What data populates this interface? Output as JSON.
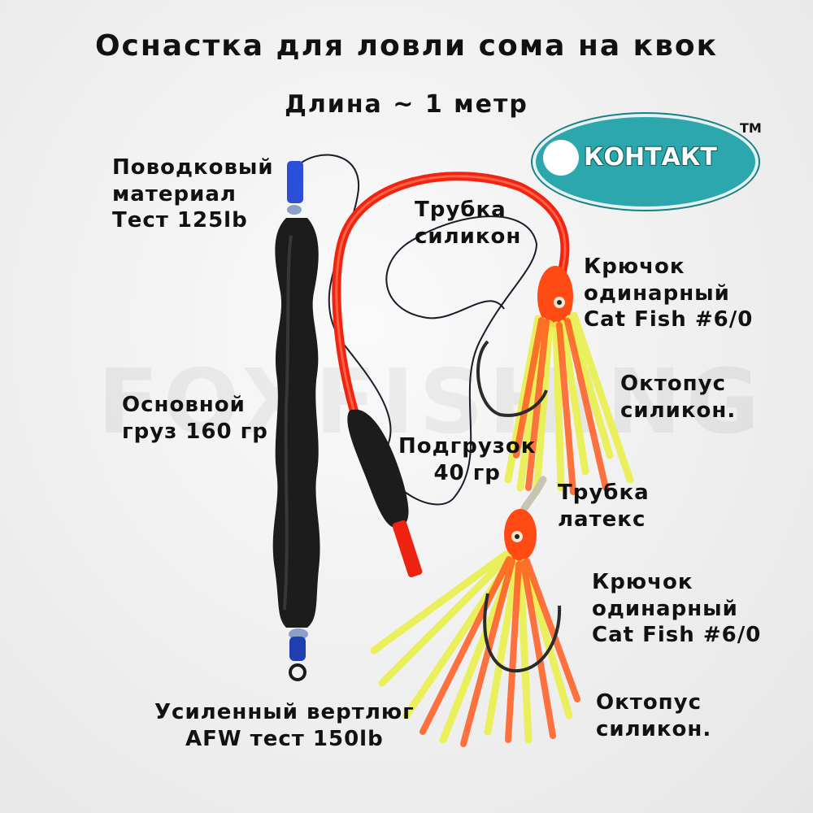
{
  "title": "Оснастка для ловли сома на квок",
  "subtitle": "Длина ~ 1 метр",
  "brand": {
    "logo_text": "КОНТАКТ",
    "trademark": "TM"
  },
  "watermark": "FOXFISHING",
  "labels": {
    "leader_line1": "Поводковый",
    "leader_line2": "материал",
    "leader_line3": "Тест 125lb",
    "tube_silicone_line1": "Трубка",
    "tube_silicone_line2": "силикон",
    "hook1_line1": "Крючок",
    "hook1_line2": "одинарный",
    "hook1_line3": "Cat Fish #6/0",
    "octopus1_line1": "Октопус",
    "octopus1_line2": "силикон.",
    "main_weight_line1": "Основной",
    "main_weight_line2": "груз 160 гр",
    "sub_weight_line1": "Подгрузок",
    "sub_weight_line2": "40 гр",
    "tube_latex_line1": "Трубка",
    "tube_latex_line2": "латекс",
    "hook2_line1": "Крючок",
    "hook2_line2": "одинарный",
    "hook2_line3": "Cat Fish #6/0",
    "octopus2_line1": "Октопус",
    "octopus2_line2": "силикон.",
    "swivel_line1": "Усиленный вертлюг",
    "swivel_line2": "AFW тест 150lb"
  },
  "colors": {
    "weight": "#1c1c1c",
    "tube_red": "#f2240f",
    "skirt_yellow": "#e9f04a",
    "skirt_orange": "#ff5a1e",
    "logo_teal": "#2ba7ad",
    "swivel_blue": "#1f3fb0"
  }
}
